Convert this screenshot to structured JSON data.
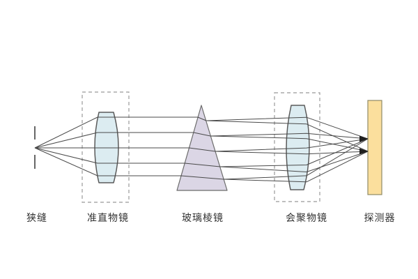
{
  "diagram": {
    "labels": {
      "slit": "狭缝",
      "collimating_lens": "准直物镜",
      "glass_prism": "玻璃棱镜",
      "converging_lens": "会聚物镜",
      "detector": "探测器"
    },
    "colors": {
      "background": "#ffffff",
      "lens_fill": "#dcecf1",
      "lens_stroke": "#5a5a5a",
      "prism_fill": "#dbd6e5",
      "prism_stroke": "#6b6b6b",
      "detector_fill": "#fbdf9d",
      "detector_stroke": "#8f8a66",
      "ray": "#4a4a4a",
      "dashed_box": "#999999",
      "slit_mark": "#666666",
      "label_text": "#333333"
    }
  }
}
